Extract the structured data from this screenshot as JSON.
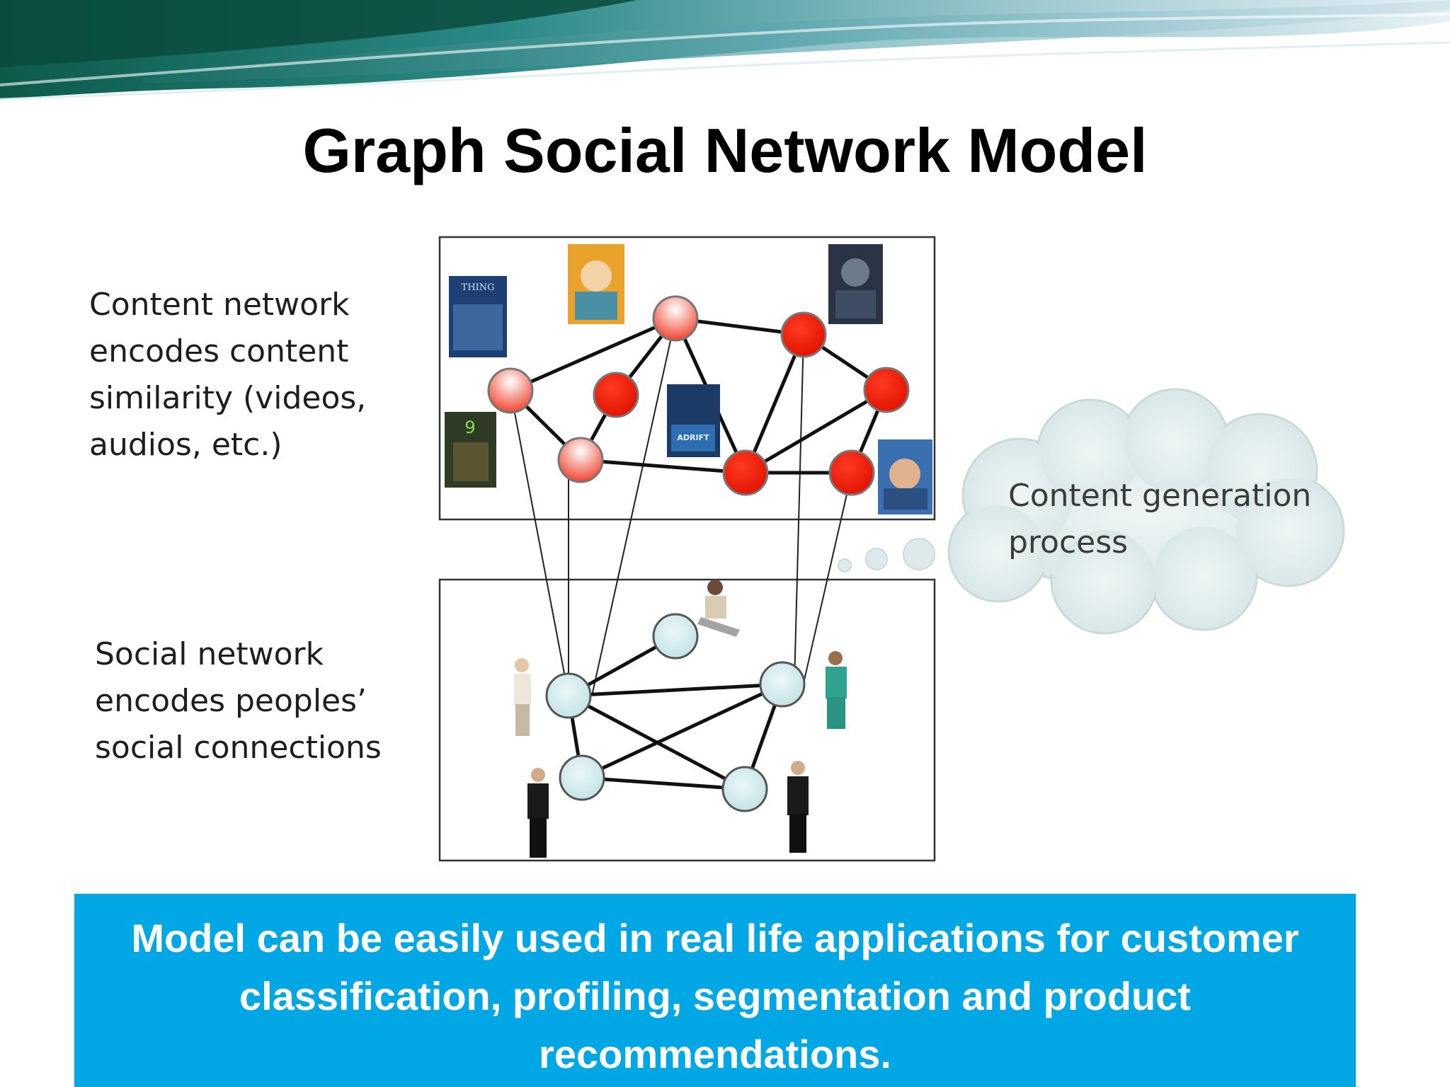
{
  "slide": {
    "title": "Graph Social Network Model"
  },
  "content_network": {
    "label_lines": [
      "Content network",
      "encodes content",
      "similarity (videos,",
      "audios, etc.)"
    ],
    "poster_texts": [
      "THING",
      "ADRIFT"
    ]
  },
  "social_network": {
    "label_lines": [
      "Social network",
      "encodes peoples’",
      "social connections"
    ]
  },
  "cloud": {
    "lines": [
      "Content generation",
      "process"
    ]
  },
  "callout": {
    "text": "Model can be easily used in real life applications for customer classification, profiling, segmentation and product recommendations."
  },
  "colors": {
    "callout_bg": "#00a7e4",
    "node_red": "#ee1c0a",
    "node_light_blue": "#d4ecef",
    "cloud_fill": "#e3eeee"
  }
}
